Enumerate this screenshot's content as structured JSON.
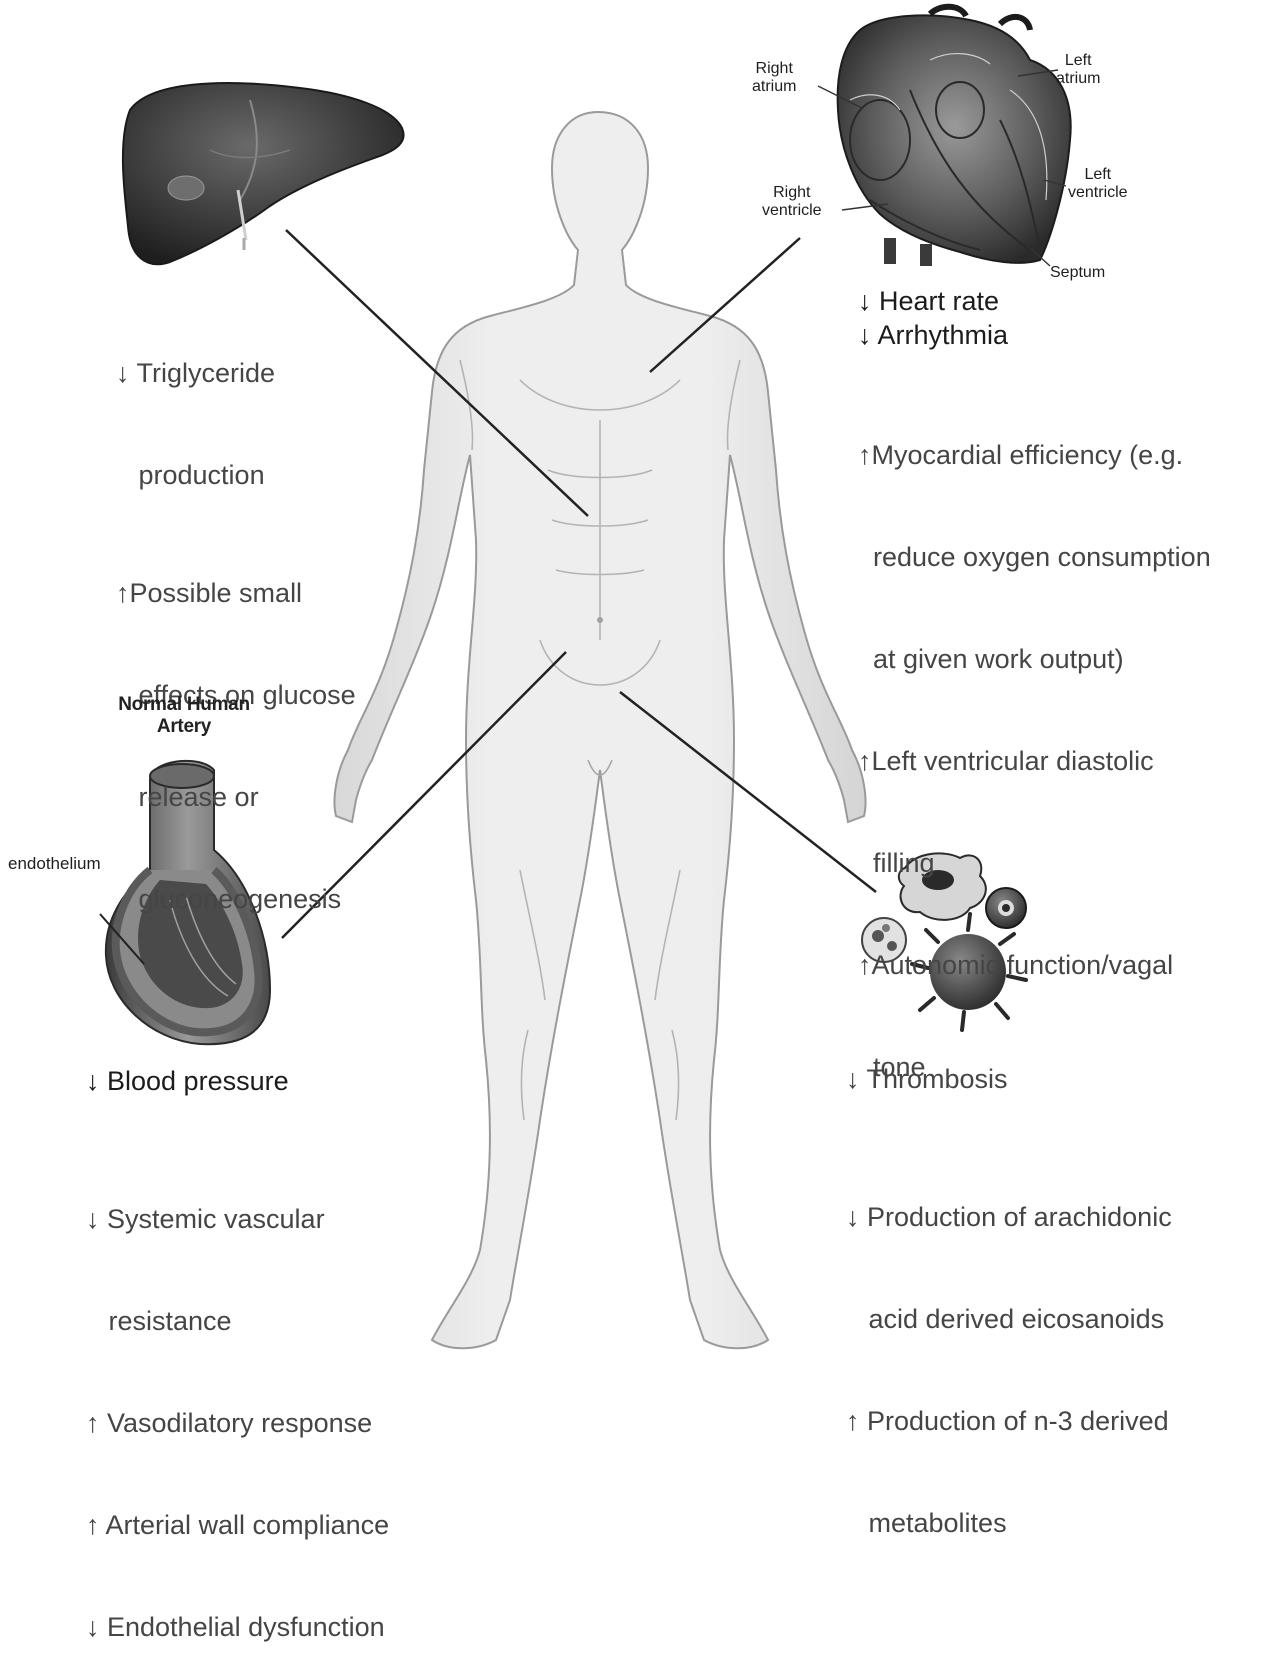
{
  "liver": {
    "effects": [
      "↓ Triglyceride",
      "   production",
      "↑Possible small",
      "   effects on glucose",
      "   release or",
      "   gluconeogenesis"
    ]
  },
  "heart": {
    "labels": {
      "right_atrium": [
        "Right",
        "atrium"
      ],
      "left_atrium": [
        "Left",
        "atrium"
      ],
      "right_ventricle": [
        "Right",
        "ventricle"
      ],
      "left_ventricle": [
        "Left",
        "ventricle"
      ],
      "septum": "Septum"
    },
    "primary": [
      "↓ Heart rate",
      "↓ Arrhythmia"
    ],
    "secondary": [
      "↑Myocardial efficiency (e.g.",
      "  reduce oxygen consumption",
      "  at given work output)",
      "↑Left ventricular diastolic",
      "  filling",
      "↑Autonomic function/vagal",
      "  tone"
    ]
  },
  "artery": {
    "title": [
      "Normal Human",
      "Artery"
    ],
    "endothelium_label": "endothelium",
    "primary": "↓ Blood pressure",
    "secondary": [
      "↓ Systemic vascular",
      "   resistance",
      "↑ Vasodilatory response",
      "↑ Arterial wall compliance",
      "↓ Endothelial dysfunction"
    ]
  },
  "blood": {
    "primary": "↓ Thrombosis",
    "secondary": [
      "↓ Production of arachidonic",
      "   acid derived eicosanoids",
      "↑ Production of n-3 derived",
      "   metabolites"
    ]
  }
}
